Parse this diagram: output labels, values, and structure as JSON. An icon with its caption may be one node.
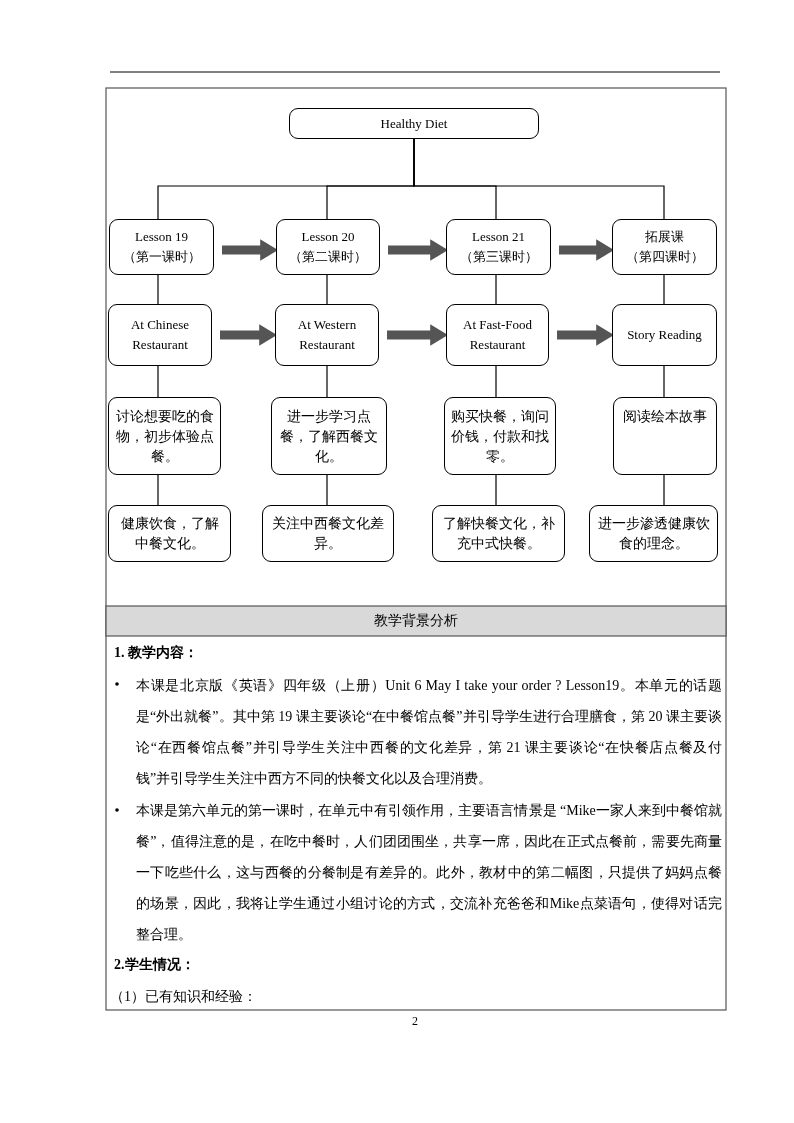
{
  "diagram": {
    "nodes": [
      {
        "text": [
          "Healthy Diet"
        ]
      },
      {
        "text": [
          "Lesson 19",
          "（第一课时）"
        ]
      },
      {
        "text": [
          "Lesson 20",
          "（第二课时）"
        ]
      },
      {
        "text": [
          "Lesson 21",
          "（第三课时）"
        ]
      },
      {
        "text": [
          "拓展课",
          "（第四课时）"
        ]
      },
      {
        "text": [
          "At Chinese Restaurant"
        ]
      },
      {
        "text": [
          "At Western Restaurant"
        ]
      },
      {
        "text": [
          "At Fast-Food Restaurant"
        ]
      },
      {
        "text": [
          "Story Reading"
        ]
      },
      {
        "text": [
          "讨论想要吃的食物，初步体验点餐。"
        ]
      },
      {
        "text": [
          "进一步学习点餐，了解西餐文化。"
        ]
      },
      {
        "text": [
          "购买快餐，询问价钱，付款和找零。"
        ]
      },
      {
        "text": [
          "阅读绘本故事"
        ]
      },
      {
        "text": [
          "健康饮食，了解中餐文化。"
        ]
      },
      {
        "text": [
          "关注中西餐文化差异。"
        ]
      },
      {
        "text": [
          "了解快餐文化，补充中式快餐。"
        ]
      },
      {
        "text": [
          "进一步渗透健康饮食的理念。"
        ]
      }
    ],
    "edges": [
      {
        "from": 0,
        "to": 1,
        "arrow": "none"
      },
      {
        "from": 0,
        "to": 2,
        "arrow": "none"
      },
      {
        "from": 0,
        "to": 3,
        "arrow": "none"
      },
      {
        "from": 0,
        "to": 4,
        "arrow": "none"
      },
      {
        "from": 1,
        "to": 2,
        "arrow": "to",
        "style": "thick",
        "color": "#555555"
      },
      {
        "from": 2,
        "to": 3,
        "arrow": "to",
        "style": "thick",
        "color": "#555555"
      },
      {
        "from": 3,
        "to": 4,
        "arrow": "to",
        "style": "thick",
        "color": "#555555"
      },
      {
        "from": 5,
        "to": 6,
        "arrow": "to",
        "style": "thick",
        "color": "#555555"
      },
      {
        "from": 6,
        "to": 7,
        "arrow": "to",
        "style": "thick",
        "color": "#555555"
      },
      {
        "from": 7,
        "to": 8,
        "arrow": "to",
        "style": "thick",
        "color": "#555555"
      },
      {
        "from": 1,
        "to": 5,
        "arrow": "none"
      },
      {
        "from": 2,
        "to": 6,
        "arrow": "none"
      },
      {
        "from": 3,
        "to": 7,
        "arrow": "none"
      },
      {
        "from": 4,
        "to": 8,
        "arrow": "none"
      },
      {
        "from": 5,
        "to": 9,
        "arrow": "none"
      },
      {
        "from": 6,
        "to": 10,
        "arrow": "none"
      },
      {
        "from": 7,
        "to": 11,
        "arrow": "none"
      },
      {
        "from": 8,
        "to": 12,
        "arrow": "none"
      },
      {
        "from": 9,
        "to": 13,
        "arrow": "none"
      },
      {
        "from": 10,
        "to": 14,
        "arrow": "none"
      },
      {
        "from": 11,
        "to": 15,
        "arrow": "none"
      },
      {
        "from": 12,
        "to": 16,
        "arrow": "none"
      }
    ],
    "labels": [
      "教学背景分析",
      "1. 教学内容：",
      "本课是北京版《英语》四年级（上册）Unit 6 May I take your order ? Lesson19。本单元的话题是“外出就餐”。其中第 19 课主要谈论“在中餐馆点餐”并引导学生进行合理膳食，第 20 课主要谈论“在西餐馆点餐”并引导学生关注中西餐的文化差异，第 21 课主要谈论“在快餐店点餐及付钱”并引导学生关注中西方不同的快餐文化以及合理消费。",
      "本课是第六单元的第一课时，在单元中有引领作用，主要语言情景是 “Mike一家人来到中餐馆就餐”，值得注意的是，在吃中餐时，人们团团围坐，共享一席，因此在正式点餐前，需要先商量一下吃些什么，这与西餐的分餐制是有差异的。此外，教材中的第二幅图，只提供了妈妈点餐的场景，因此，我将让学生通过小组讨论的方式，交流补充爸爸和Mike点菜语句，使得对话完整合理。",
      "2.学生情况：",
      "（1）已有知识和经验：",
      "2"
    ]
  }
}
